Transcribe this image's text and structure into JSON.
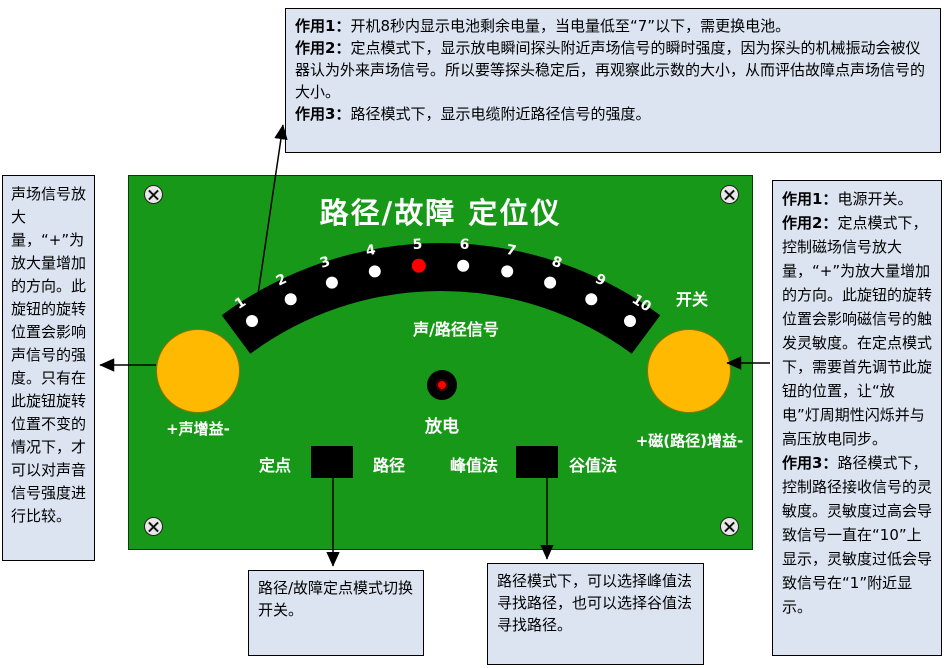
{
  "colors": {
    "panel_green": "#189818",
    "knob_yellow": "#FFB900",
    "note_bg": "#DCE4F2",
    "active_dot_red": "#FF0000",
    "dot_white": "#FFFFFF"
  },
  "panel": {
    "title": "路径/故障 定位仪",
    "dial": {
      "labels": [
        "1",
        "2",
        "3",
        "4",
        "5",
        "6",
        "7",
        "8",
        "9",
        "10"
      ],
      "active_index": 4,
      "caption": "声/路径信号"
    },
    "power_label": "开关",
    "sound_gain_label": "+声增益-",
    "magnetic_gain_label": "+磁(路径)增益-",
    "discharge_led_label": "放电",
    "mode_switch": {
      "left_label": "定点",
      "right_label": "路径"
    },
    "method_switch": {
      "left_label": "峰值法",
      "right_label": "谷值法"
    }
  },
  "notes": {
    "top": {
      "lines": [
        {
          "label": "作用1：",
          "text": "开机8秒内显示电池剩余电量，当电量低至“7”以下，需更换电池。"
        },
        {
          "label": "作用2：",
          "text": "定点模式下，显示放电瞬间探头附近声场信号的瞬时强度，因为探头的机械振动会被仪器认为外来声场信号。所以要等探头稳定后，再观察此示数的大小，从而评估故障点声场信号的大小。"
        },
        {
          "label": "作用3：",
          "text": "路径模式下，显示电缆附近路径信号的强度。"
        }
      ]
    },
    "left": {
      "text": "声场信号放大量，“+”为放大量增加的方向。此旋钮的旋转位置会影响声信号的强度。只有在此旋钮旋转位置不变的情况下，才可以对声音信号强度进行比较。"
    },
    "right": {
      "lines": [
        {
          "label": "作用1：",
          "text": "电源开关。"
        },
        {
          "label": "作用2：",
          "text": "定点模式下，控制磁场信号放大量，“+”为放大量增加的方向。此旋钮的旋转位置会影响磁信号的触发灵敏度。在定点模式下，需要首先调节此旋钮的位置，让“放电”灯周期性闪烁并与高压放电同步。"
        },
        {
          "label": "作用3：",
          "text": "路径模式下，控制路径接收信号的灵敏度。灵敏度过高会导致信号一直在“10”上显示，灵敏度过低会导致信号在“1”附近显示。"
        }
      ]
    },
    "bottom_left": {
      "text": "路径/故障定点模式切换开关。"
    },
    "bottom_middle": {
      "text": "路径模式下，可以选择峰值法寻找路径，也可以选择谷值法寻找路径。"
    }
  }
}
